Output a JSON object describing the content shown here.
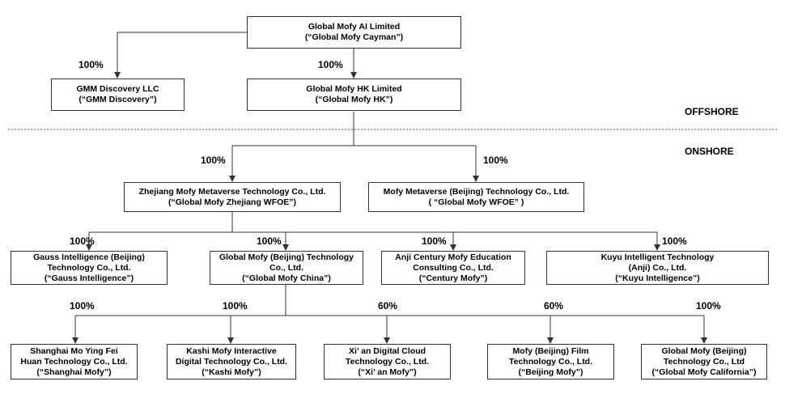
{
  "nodes": {
    "cayman": {
      "line1": "Global Mofy AI Limited",
      "line2": "(“Global Mofy Cayman”)"
    },
    "gmm": {
      "line1": "GMM Discovery LLC",
      "line2": "(“GMM Discovery”)"
    },
    "hk": {
      "line1": "Global Mofy HK Limited",
      "line2": "(“Global Mofy HK”)"
    },
    "zhejiang": {
      "line1": "Zhejiang Mofy Metaverse Technology Co., Ltd.",
      "line2": "(“Global Mofy Zhejiang WFOE”)"
    },
    "wfoe": {
      "line1": "Mofy Metaverse (Beijing) Technology Co., Ltd.",
      "line2": "( “Global Mofy WFOE” )"
    },
    "gauss": {
      "line1": "Gauss Intelligence (Beijing)",
      "line2": "Technology Co., Ltd.",
      "line3": "(“Gauss Intelligence”)"
    },
    "gmchina": {
      "line1": "Global Mofy (Beijing) Technology",
      "line2": "Co., Ltd.",
      "line3": "(“Global Mofy China”)"
    },
    "anji": {
      "line1": "Anji Century Mofy Education",
      "line2": "Consulting Co., Ltd.",
      "line3": "(“Century Mofy”)"
    },
    "kuyu": {
      "line1": "Kuyu Intelligent Technology",
      "line2": "(Anji) Co., Ltd.",
      "line3": "(“Kuyu Intelligence”)"
    },
    "shanghai": {
      "line1": "Shanghai Mo Ying Fei",
      "line2": "Huan Technology Co., Ltd.",
      "line3": "(“Shanghai Mofy”)"
    },
    "kashi": {
      "line1": "Kashi Mofy Interactive",
      "line2": "Digital Technology Co., Ltd.",
      "line3": "(“Kashi Mofy”)"
    },
    "xian": {
      "line1": "Xi’ an Digital Cloud",
      "line2": "Technology Co., Ltd.",
      "line3": "(“Xi’ an Mofy”)"
    },
    "bjfilm": {
      "line1": "Mofy (Beijing) Film",
      "line2": "Technology Co., Ltd.",
      "line3": "(“Beijing Mofy”)"
    },
    "california": {
      "line1": "Global Mofy (Beijing)",
      "line2": "Technology Co., Ltd",
      "line3": "(“Global Mofy California”)"
    }
  },
  "ownership": {
    "gmm": "100%",
    "hk": "100%",
    "zhejiang": "100%",
    "wfoe": "100%",
    "gauss": "100%",
    "gmchina": "100%",
    "anji": "100%",
    "kuyu": "100%",
    "shanghai": "100%",
    "kashi": "100%",
    "xian": "60%",
    "bjfilm": "60%",
    "california": "100%"
  },
  "regions": {
    "offshore": "OFFSHORE",
    "onshore": "ONSHORE"
  }
}
